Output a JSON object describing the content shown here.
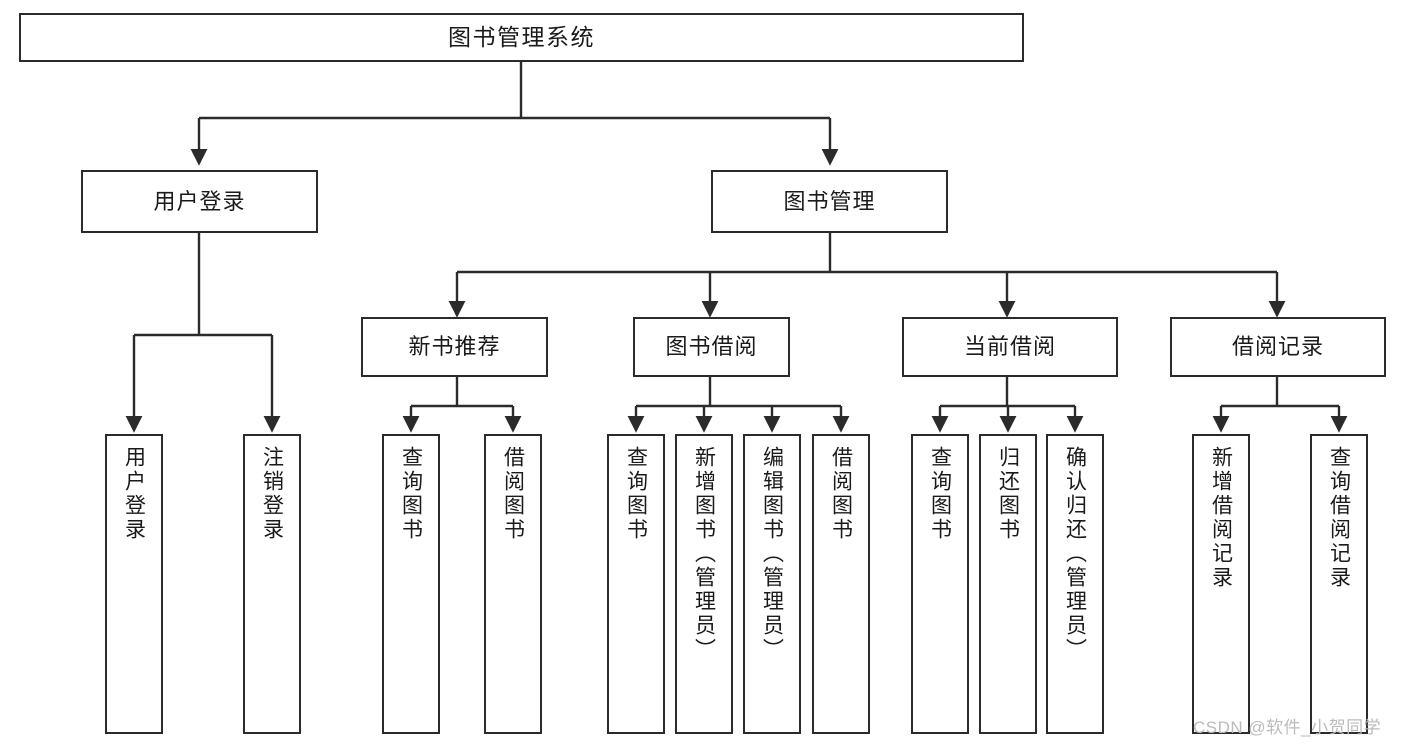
{
  "diagram": {
    "type": "tree-hierarchy",
    "title": "图书管理系统",
    "watermark": "CSDN @软件_小贺同学",
    "colors": {
      "stroke": "#2b2b2b",
      "fill": "#ffffff",
      "text": "#1a1a1a",
      "watermark": "#bbbbbb"
    },
    "nodes": {
      "root": {
        "label": "图书管理系统"
      },
      "level2": [
        {
          "id": "user-login",
          "label": "用户登录"
        },
        {
          "id": "book-manage",
          "label": "图书管理"
        }
      ],
      "level3": [
        {
          "id": "new-book-recommend",
          "label": "新书推荐"
        },
        {
          "id": "book-borrow",
          "label": "图书借阅"
        },
        {
          "id": "current-borrow",
          "label": "当前借阅"
        },
        {
          "id": "borrow-record",
          "label": "借阅记录"
        }
      ],
      "leaves": {
        "user_login": [
          {
            "id": "leaf-user-login",
            "label": "用户登录"
          },
          {
            "id": "leaf-logout-login",
            "label": "注销登录"
          }
        ],
        "new_book_recommend": [
          {
            "id": "leaf-query-book-1",
            "label": "查询图书"
          },
          {
            "id": "leaf-borrow-book-1",
            "label": "借阅图书"
          }
        ],
        "book_borrow": [
          {
            "id": "leaf-query-book-2",
            "label": "查询图书"
          },
          {
            "id": "leaf-add-book",
            "label": "新增图书（管理员）"
          },
          {
            "id": "leaf-edit-book",
            "label": "编辑图书（管理员）"
          },
          {
            "id": "leaf-borrow-book-2",
            "label": "借阅图书"
          }
        ],
        "current_borrow": [
          {
            "id": "leaf-query-book-3",
            "label": "查询图书"
          },
          {
            "id": "leaf-return-book",
            "label": "归还图书"
          },
          {
            "id": "leaf-confirm-return",
            "label": "确认归还（管理员）"
          }
        ],
        "borrow_record": [
          {
            "id": "leaf-add-record",
            "label": "新增借阅记录"
          },
          {
            "id": "leaf-query-record",
            "label": "查询借阅记录"
          }
        ]
      }
    }
  }
}
